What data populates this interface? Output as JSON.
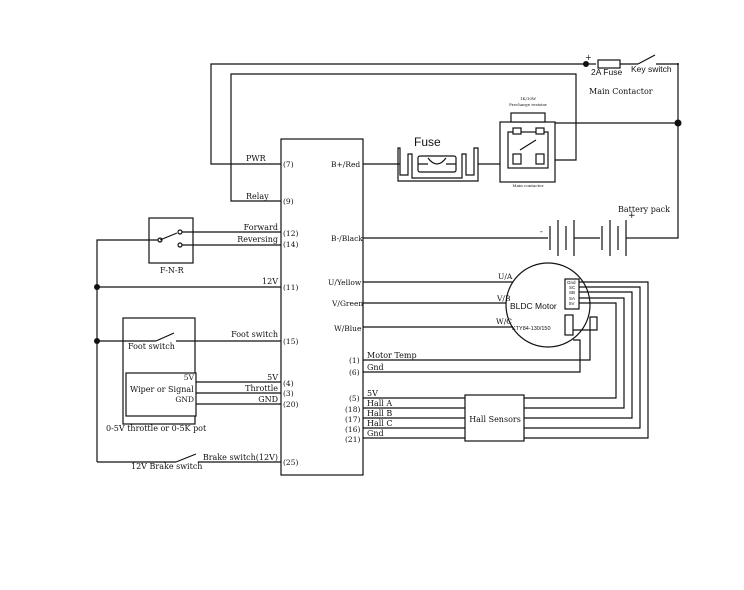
{
  "controller_pins": {
    "pwr": "PWR",
    "pwr_num": "(7)",
    "relay": "Relay",
    "relay_num": "(9)",
    "forward": "Forward",
    "forward_num": "(12)",
    "reversing": "Reversing",
    "reversing_num": "(14)",
    "v12": "12V",
    "v12_num": "(11)",
    "foot_switch": "Foot switch",
    "foot_switch_num": "(15)",
    "v5": "5V",
    "v5_num": "(4)",
    "throttle": "Throttle",
    "throttle_num": "(3)",
    "gnd": "GND",
    "gnd_num": "(20)",
    "brake": "Brake switch(12V)",
    "brake_num": "(25)",
    "b_plus": "B+/Red",
    "b_minus": "B-/Black",
    "u": "U/Yellow",
    "v": "V/Green",
    "wphase": "W/Blue",
    "motor_temp_num": "(1)",
    "motor_temp": "Motor Temp",
    "gnd6_num": "(6)",
    "gnd6": "Gnd",
    "hall_5v_num": "(5)",
    "hall_5v": "5V",
    "hall_a_num": "(18)",
    "hall_a": "Hall A",
    "hall_b_num": "(17)",
    "hall_b": "Hall B",
    "hall_c_num": "(16)",
    "hall_c": "Hall C",
    "hall_gnd_num": "(21)",
    "hall_gnd": "Gnd"
  },
  "components": {
    "fuse": "Fuse",
    "fuse_2a": "2A Fuse",
    "key_switch": "Key switch",
    "main_contactor": "Main Contactor",
    "battery_pack": "Battery pack",
    "battery_plus": "+",
    "battery_minus": "-",
    "fnr": "F-N-R",
    "foot_switch": "Foot switch",
    "wiper": "Wiper or Signal",
    "w_5v": "5V",
    "w_gnd": "GND",
    "throttle_note": "0-5V throttle or 0-5K pot",
    "brake_switch": "12V Brake switch",
    "bldc_motor": "BLDC Motor",
    "ktv": "KTY84-130/150",
    "ua": "U/A",
    "vb": "V/B",
    "wc": "W/C",
    "motor_pins": [
      "Gnd",
      "SC",
      "SB",
      "SA",
      "5V"
    ],
    "hall_sensors": "Hall Sensors",
    "plus_sign": "+",
    "resistor_rating": "1K/10W",
    "precharge": "Precharge resistor",
    "main_contactor_small": "Main contactor"
  }
}
